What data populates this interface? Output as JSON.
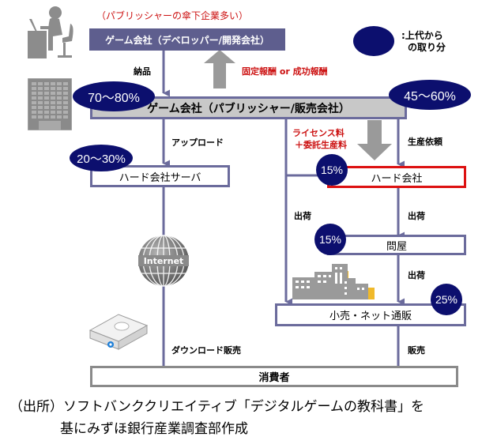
{
  "header_note": "（パブリッシャーの傘下企業多い）",
  "legend": {
    "icon": "share-oval",
    "text_line1": ":上代から",
    "text_line2": "の取り分"
  },
  "nodes": {
    "developer": "ゲーム会社（デベロッパー/開発会社）",
    "publisher": "ゲーム会社（パブリッシャー/販売会社）",
    "hardware_server": "ハード会社サーバ",
    "hardware_company": "ハード会社",
    "wholesaler": "問屋",
    "retail": "小売・ネット通販",
    "consumer": "消費者"
  },
  "shares": {
    "publisher_left": "70〜80%",
    "publisher_right": "45〜60%",
    "hardware_server": "20〜30%",
    "hardware_company": "15%",
    "wholesaler": "15%",
    "retail": "25%"
  },
  "flow_labels": {
    "delivery": "納品",
    "fee": "固定報酬 or 成功報酬",
    "upload": "アップロード",
    "license_line1": "ライセンス料",
    "license_line2": "＋委託生産料",
    "production_request": "生産依頼",
    "ship_left": "出荷",
    "ship_right1": "出荷",
    "ship_right2": "出荷",
    "download_sales": "ダウンロード販売",
    "sales": "販売",
    "internet": "Internet"
  },
  "source": {
    "line1": "（出所）ソフトバンククリエイティブ「デジタルゲームの教科書」を",
    "line2": "基にみずほ銀行産業調査部作成"
  },
  "colors": {
    "line": "#6b6b9c",
    "developer_fill": "#5e5e8e",
    "publisher_fill": "#c8c8c8",
    "oval": "#0c0f6e",
    "accent_red": "#cc1111",
    "hardware_border": "#dd1111",
    "gray_icon": "#8c8c8c",
    "building_yellow": "#f0b92a"
  }
}
